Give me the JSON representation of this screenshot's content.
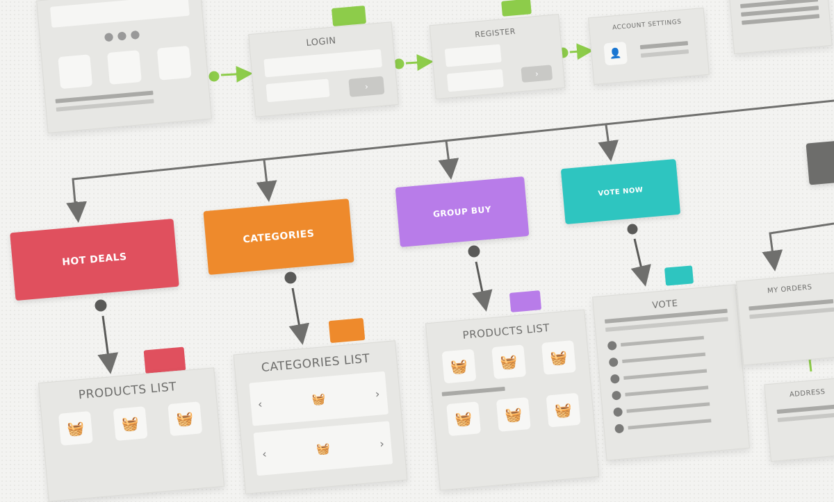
{
  "top_flow": {
    "login": {
      "title": "LOGIN",
      "button_icon": "chevron-right"
    },
    "register": {
      "title": "REGISTER",
      "button_icon": "chevron-right"
    },
    "account_settings": {
      "title": "ACCOUNT SETTINGS",
      "icon": "person-icon"
    }
  },
  "categories": [
    {
      "label": "HOT DEALS",
      "color": "#e0505e"
    },
    {
      "label": "CATEGORIES",
      "color": "#ee8a2c"
    },
    {
      "label": "GROUP BUY",
      "color": "#b87ce9"
    },
    {
      "label": "VOTE NOW",
      "color": "#2ec5c0"
    }
  ],
  "screens": {
    "products_list_1": "PRODUCTS LIST",
    "categories_list": "CATEGORIES LIST",
    "products_list_2": "PRODUCTS LIST",
    "vote": "VOTE",
    "my_orders": "MY ORDERS",
    "address": "ADDRESS"
  },
  "colors": {
    "connector": "#6f6f6d",
    "flow_arrow": "#8dcc4a",
    "card": "#e7e7e4",
    "background": "#f3f3f1"
  }
}
